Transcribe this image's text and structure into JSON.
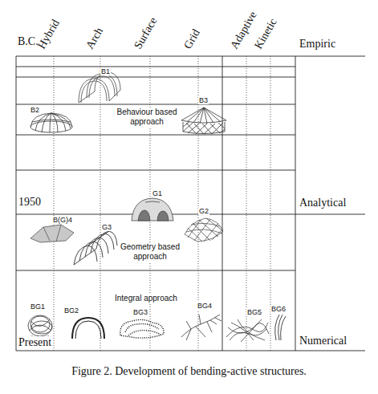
{
  "diagram": {
    "caption": "Figure 2. Development of bending-active structures.",
    "labels": [
      "B.C.",
      "Hybrid",
      "Arch",
      "Surface",
      "Grid",
      "Adaptive",
      "Kinetic",
      "Empiric",
      "B1",
      "B2",
      "Behaviour based approach",
      "B3",
      "G1",
      "1950",
      "Analytical",
      "B(G)4",
      "G2",
      "G3",
      "Geometry based approach",
      "Integral approach",
      "BG4",
      "BG5",
      "BG6",
      "BG1",
      "BG2",
      "BG3",
      "Present",
      "Numerical"
    ]
  }
}
